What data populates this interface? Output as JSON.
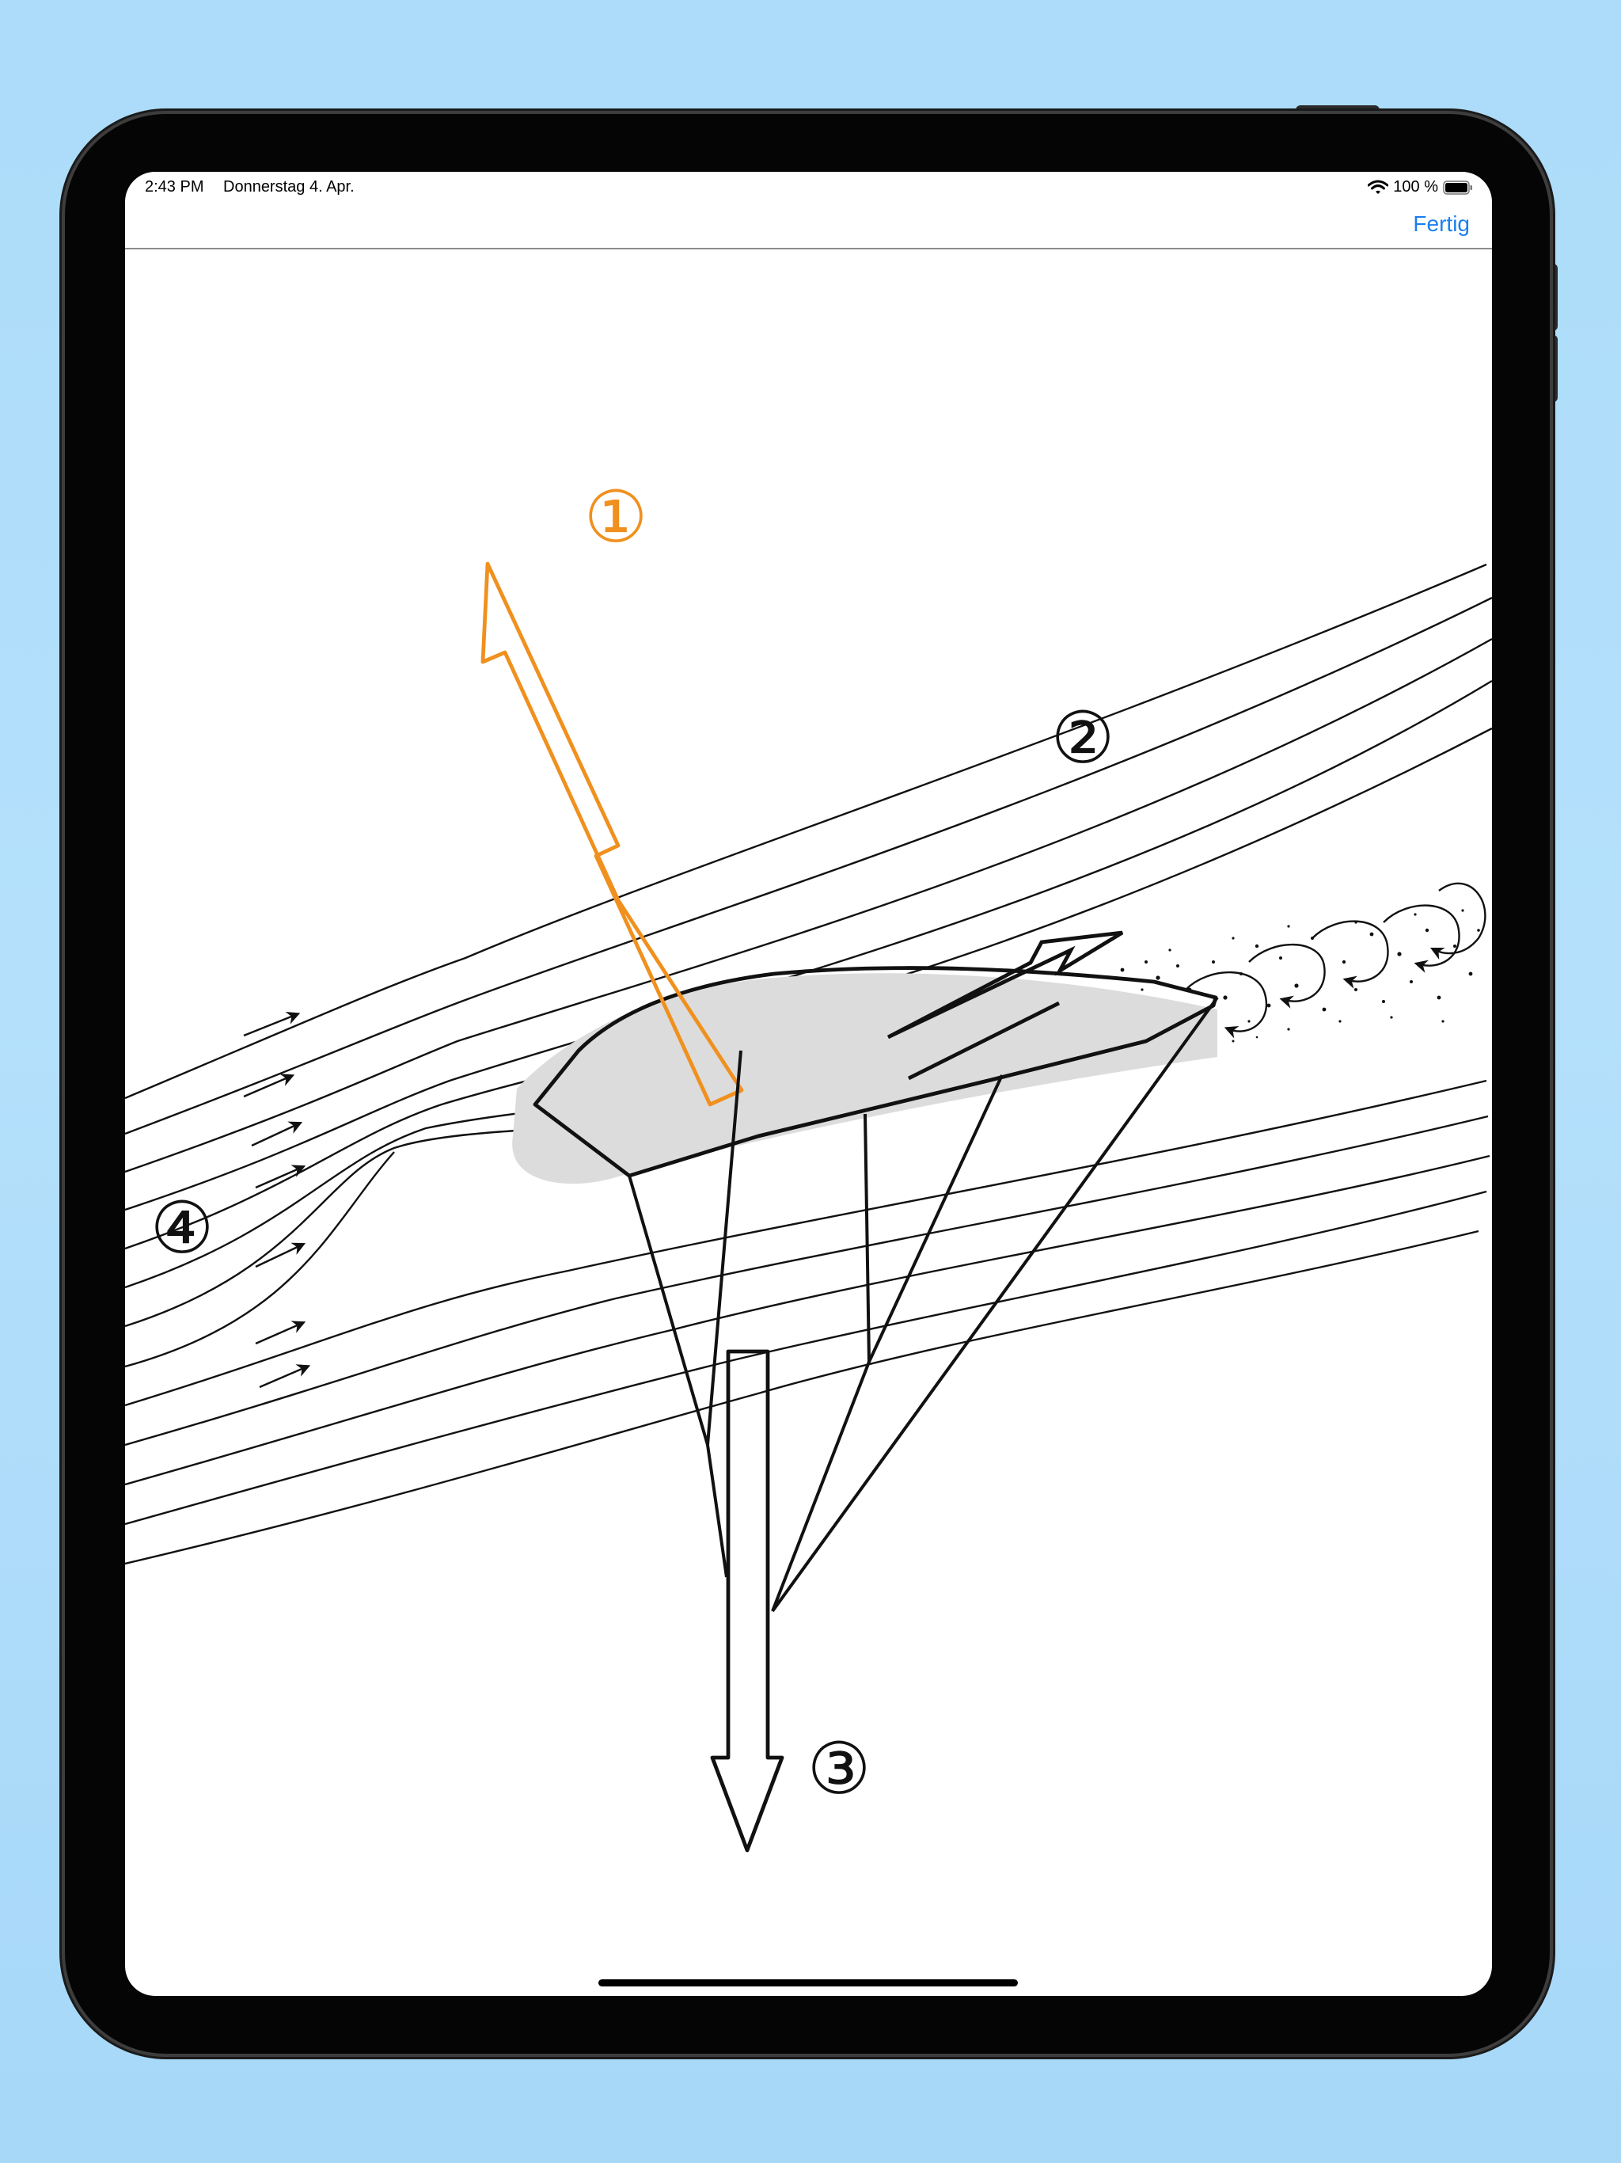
{
  "status_bar": {
    "time": "2:43 PM",
    "date": "Donnerstag 4. Apr.",
    "battery": "100 %",
    "icons": [
      "wifi-icon",
      "battery-icon"
    ]
  },
  "nav_bar": {
    "done_label": "Fertig"
  },
  "diagram": {
    "labels": [
      {
        "text": "①",
        "color": "#f0901e"
      },
      {
        "text": "②",
        "color": "#111111"
      },
      {
        "text": "③",
        "color": "#111111"
      },
      {
        "text": "④",
        "color": "#111111"
      }
    ]
  },
  "colors": {
    "background": "#acdcfa",
    "accent": "#1a7ff0",
    "lift_arrow": "#f0901e",
    "wing_fill": "#dcdcdc"
  }
}
